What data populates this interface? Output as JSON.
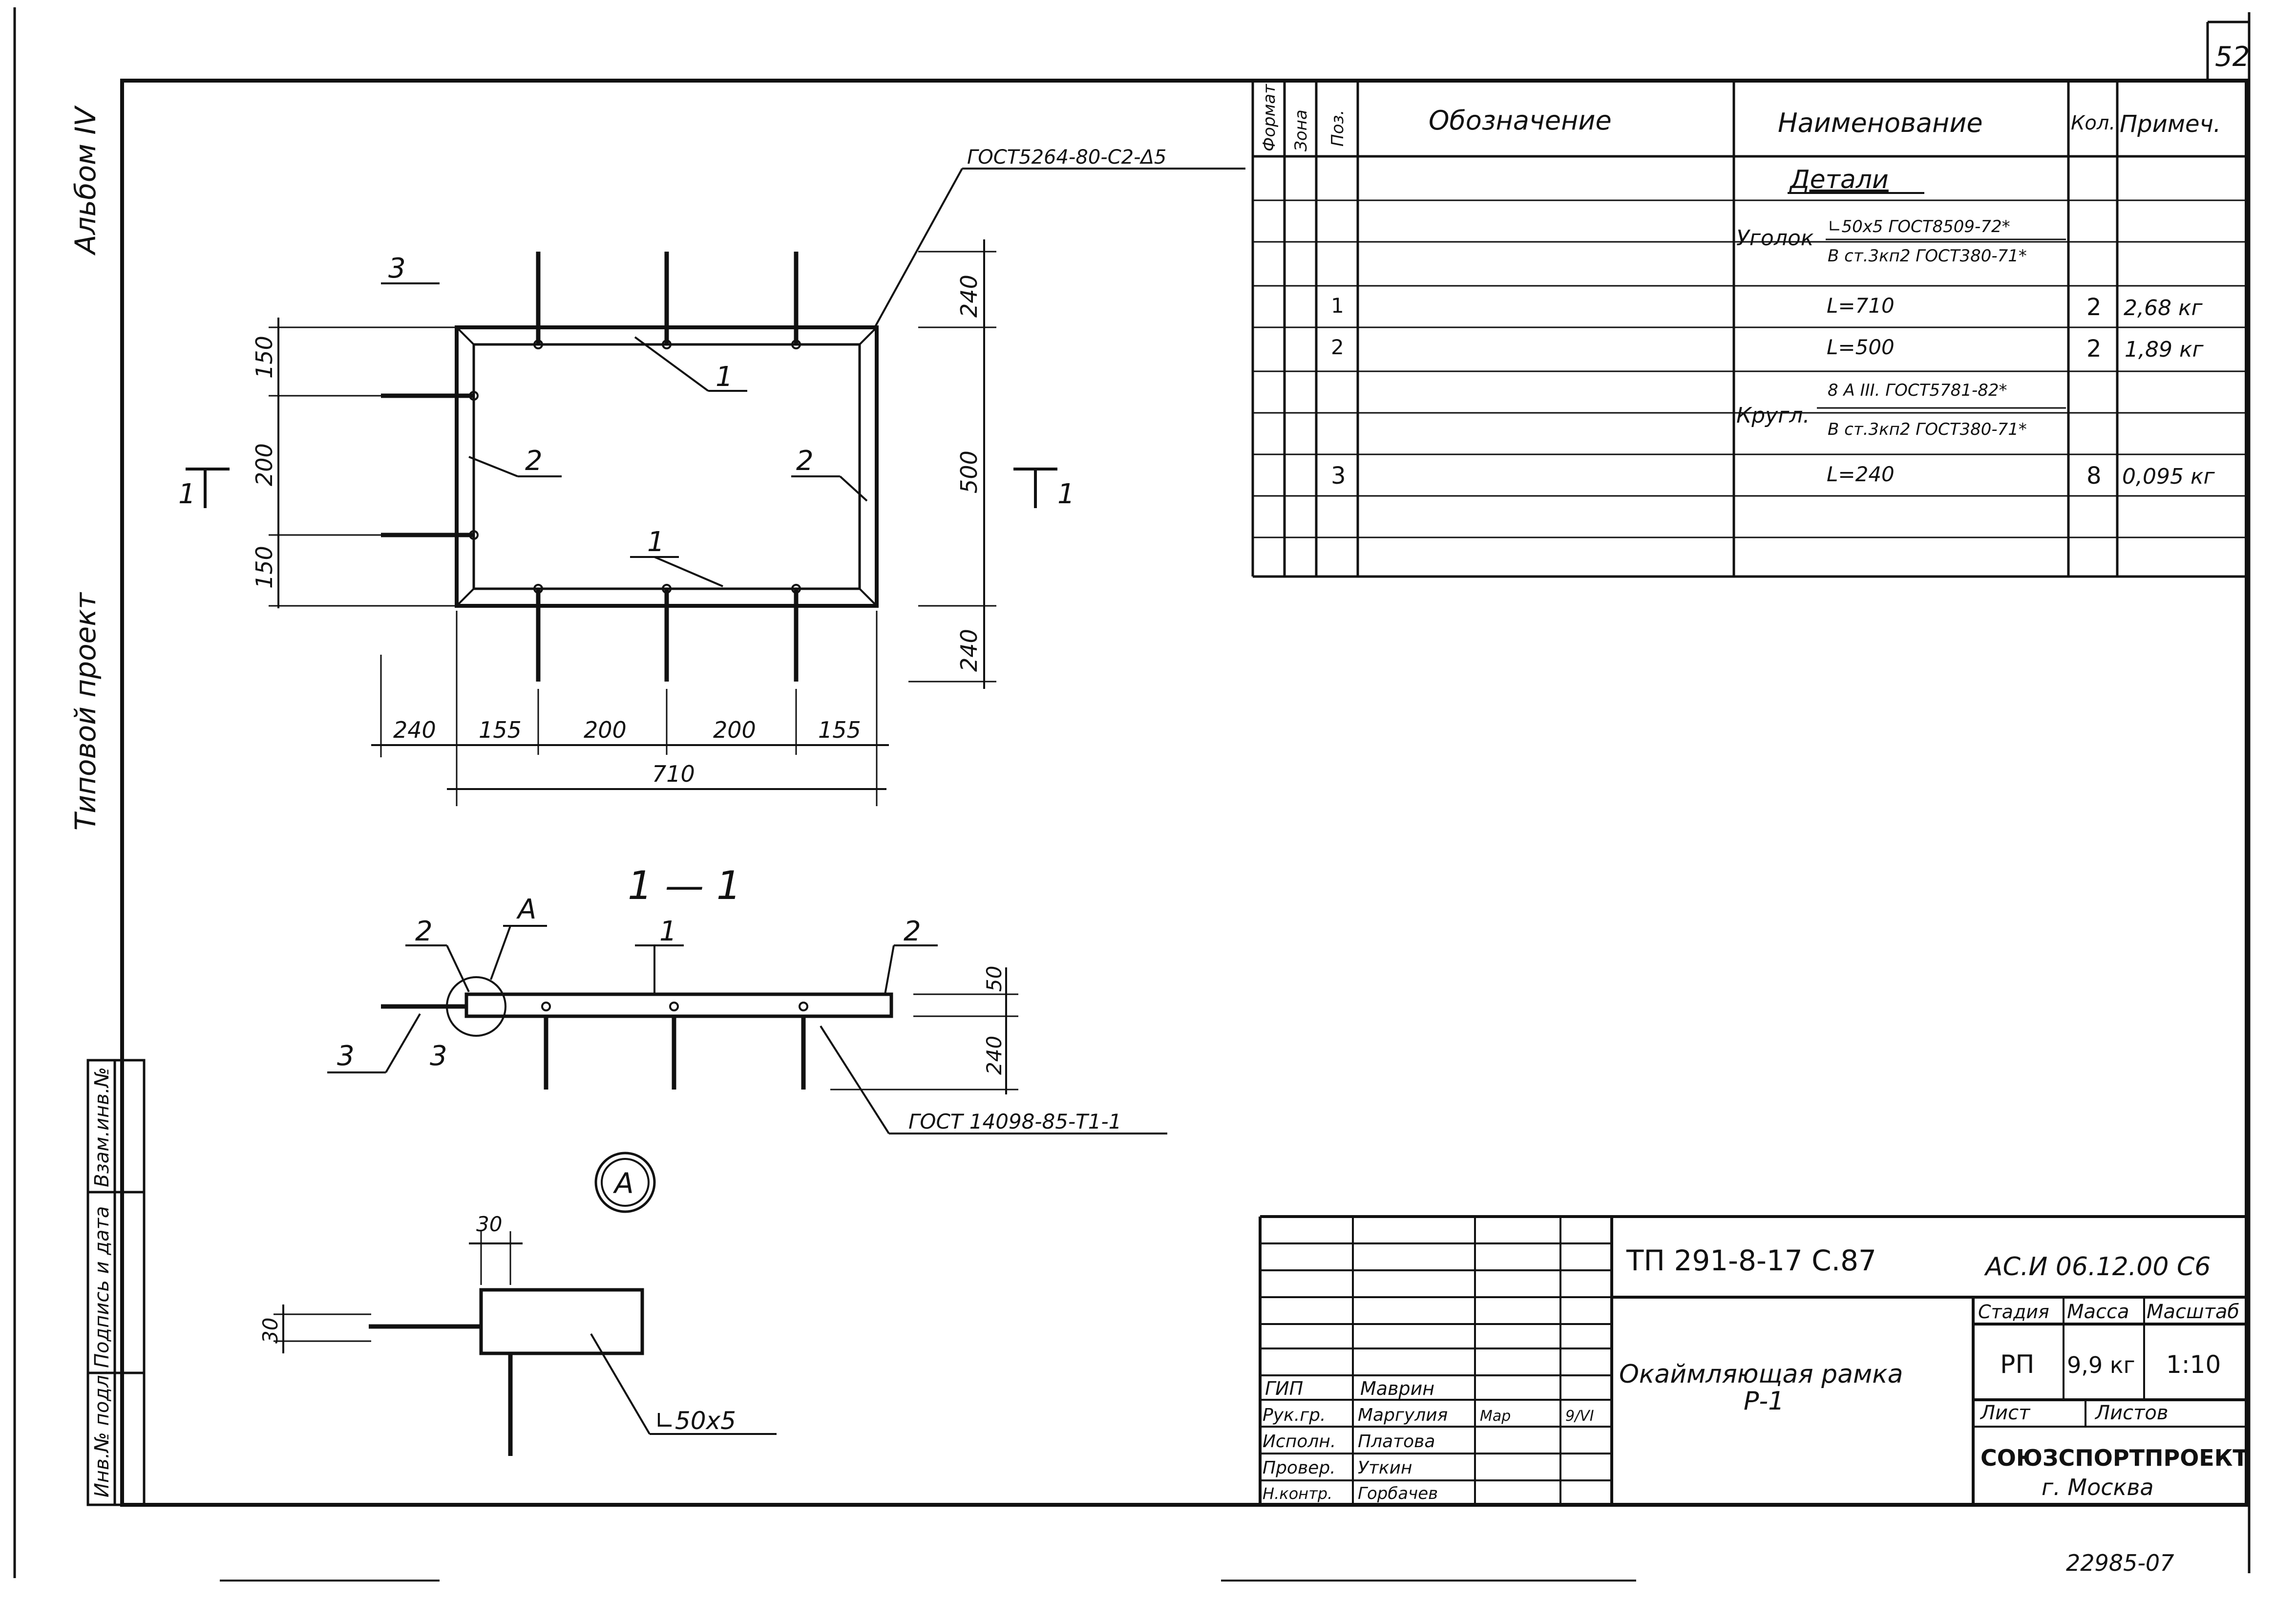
{
  "page_number": "52",
  "album": "Альбом IV",
  "project_type": "Типовой проект",
  "archive_number": "22985-07",
  "side_stamp": {
    "col1": "Инв.№ подл.",
    "col2": "Подпись и дата",
    "col3": "Взам.инв.№"
  },
  "plan": {
    "weld_note": "ГОСТ5264-80-С2-Δ5",
    "section_mark": "1",
    "dims_left": [
      "150",
      "200",
      "150"
    ],
    "dims_right": [
      "240",
      "500",
      "240"
    ],
    "dims_bottom": [
      "240",
      "155",
      "200",
      "200",
      "155"
    ],
    "dim_total": "710",
    "pos_labels": {
      "p1": "1",
      "p2": "2",
      "p3": "3"
    }
  },
  "section": {
    "title": "1 — 1",
    "callout": "А",
    "weld_note": "ГОСТ 14098-85-Т1-1",
    "dim_height": "50",
    "dim_rod": "240"
  },
  "detail": {
    "title": "А",
    "dim_a": "30",
    "dim_b": "30",
    "profile": "∟50х5"
  },
  "spec": {
    "headers": {
      "format": "Формат",
      "zone": "Зона",
      "pos": "Поз.",
      "designation": "Обозначение",
      "name": "Наименование",
      "qty": "Кол.",
      "note": "Примеч."
    },
    "section_title": "Детали",
    "angle_label": "Уголок",
    "angle_top": "∟50х5 ГОСТ8509-72*",
    "angle_bottom": "В ст.3кп2 ГОСТ380-71*",
    "rod_label": "Кругл.",
    "rod_top": "8 А III. ГОСТ5781-82*",
    "rod_bottom": "В ст.3кп2 ГОСТ380-71*",
    "rows": [
      {
        "pos": "1",
        "name": "L=710",
        "qty": "2",
        "note": "2,68 кг"
      },
      {
        "pos": "2",
        "name": "L=500",
        "qty": "2",
        "note": "1,89 кг"
      },
      {
        "pos": "3",
        "name": "L=240",
        "qty": "8",
        "note": "0,095 кг"
      }
    ]
  },
  "title_block": {
    "project_code": "ТП 291-8-17 С.87",
    "drawing_code": "АС.И 06.12.00 С6",
    "title_line1": "Окаймляющая рамка",
    "title_line2": "Р-1",
    "stage_h": "Стадия",
    "mass_h": "Масса",
    "scale_h": "Масштаб",
    "stage": "РП",
    "mass": "9,9 кг",
    "scale": "1:10",
    "sheet_h": "Лист",
    "sheets_h": "Листов",
    "org": "СОЮЗСПОРТПРОЕКТ",
    "city": "г. Москва",
    "roles": [
      {
        "role": "ГИП",
        "name": "Маврин",
        "sign": "",
        "date": ""
      },
      {
        "role": "Рук.гр.",
        "name": "Маргулия",
        "sign": "Мар",
        "date": "9/VI"
      },
      {
        "role": "Исполн.",
        "name": "Платова",
        "sign": "",
        "date": ""
      },
      {
        "role": "Провер.",
        "name": "Уткин",
        "sign": "",
        "date": ""
      },
      {
        "role": "Н.контр.",
        "name": "Горбачев",
        "sign": "",
        "date": ""
      }
    ]
  }
}
